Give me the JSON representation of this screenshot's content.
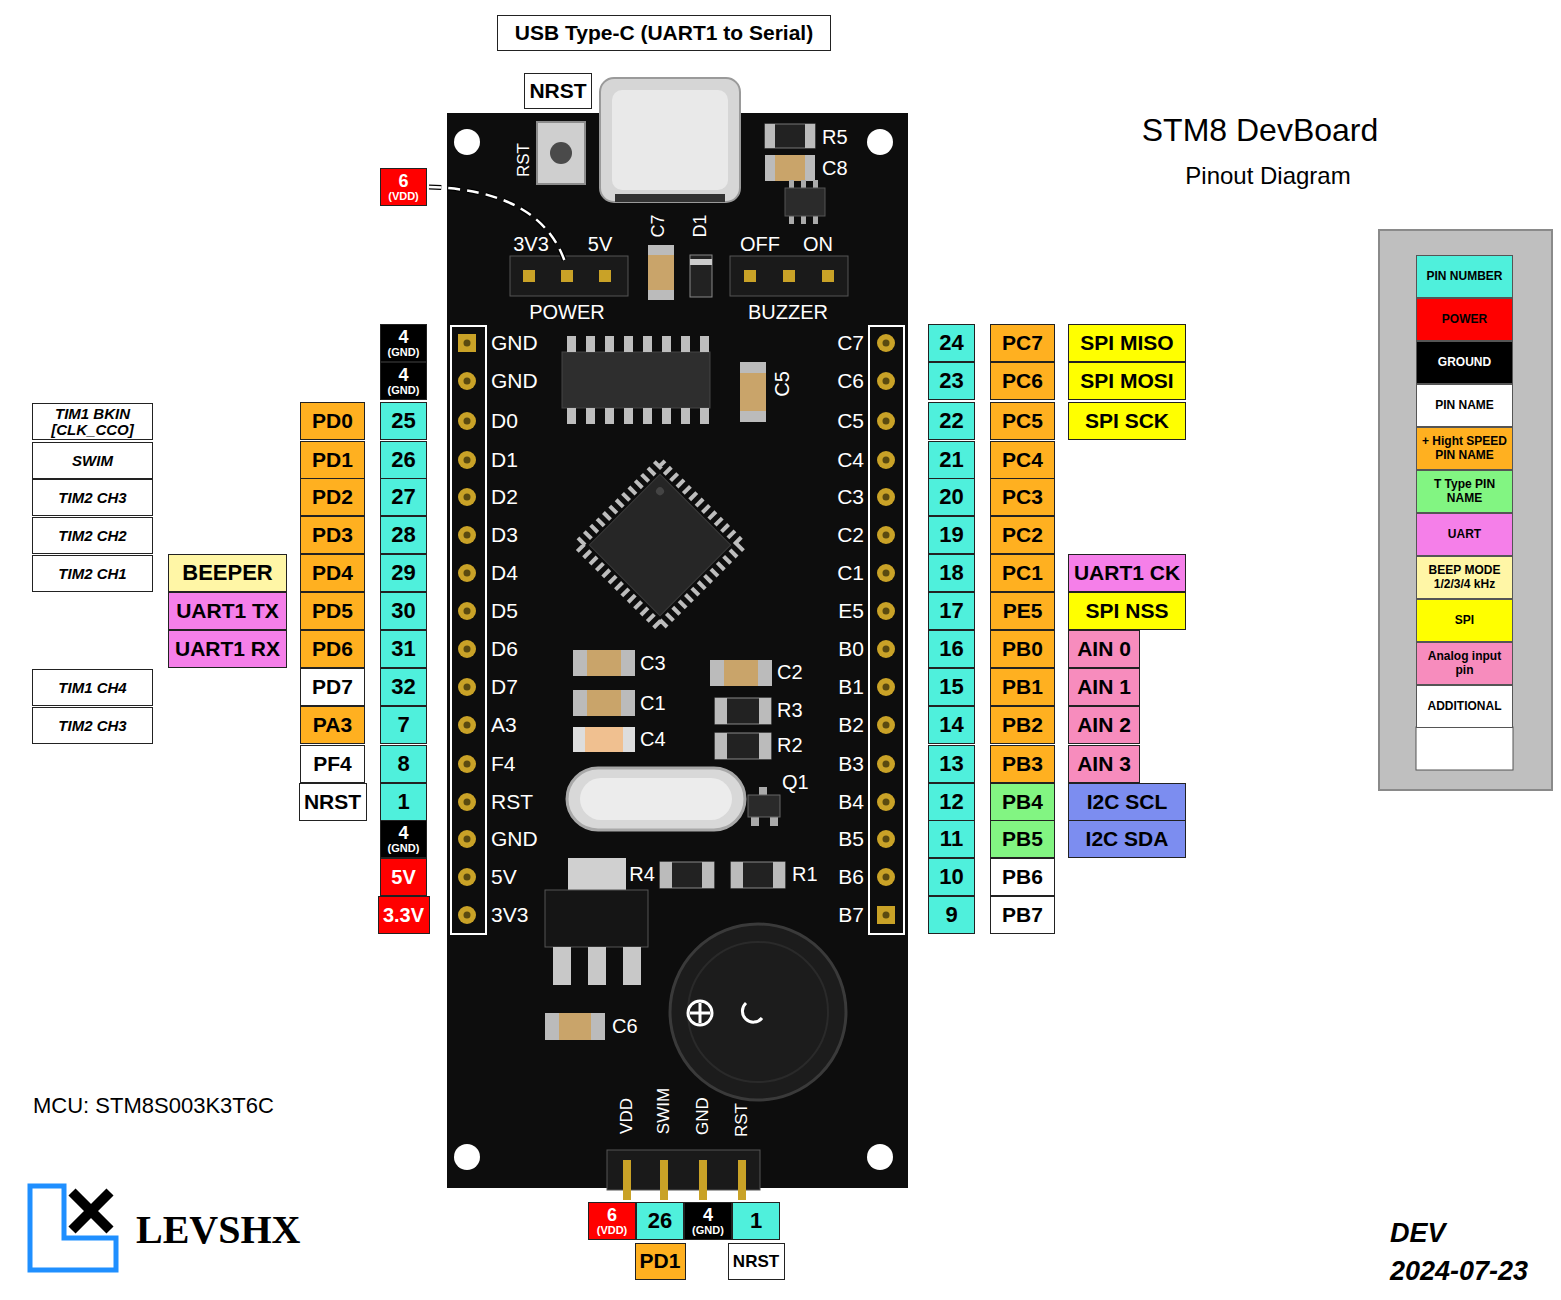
{
  "diagram": {
    "title": "STM8 DevBoard",
    "nodes": [
      {
        "text": [
          "USB Type-C (UART1 to Serial)"
        ]
      },
      {
        "text": [
          "NRST"
        ]
      },
      {
        "text": [
          "6",
          "(VDD)"
        ]
      },
      {
        "text": [
          "4",
          "(GND)"
        ]
      },
      {
        "text": [
          "24"
        ]
      },
      {
        "text": [
          "PC7"
        ]
      },
      {
        "text": [
          "SPI MISO"
        ]
      },
      {
        "text": [
          "4",
          "(GND)"
        ]
      },
      {
        "text": [
          "23"
        ]
      },
      {
        "text": [
          "PC6"
        ]
      },
      {
        "text": [
          "SPI MOSI"
        ]
      },
      {
        "text": [
          "TIM1 BKIN [CLK_CCO]"
        ]
      },
      {
        "text": [
          "PD0"
        ]
      },
      {
        "text": [
          "25"
        ]
      },
      {
        "text": [
          "22"
        ]
      },
      {
        "text": [
          "PC5"
        ]
      },
      {
        "text": [
          "SPI SCK"
        ]
      },
      {
        "text": [
          "SWIM"
        ]
      },
      {
        "text": [
          "PD1"
        ]
      },
      {
        "text": [
          "26"
        ]
      },
      {
        "text": [
          "21"
        ]
      },
      {
        "text": [
          "PC4"
        ]
      },
      {
        "text": [
          "TIM2 CH3"
        ]
      },
      {
        "text": [
          "PD2"
        ]
      },
      {
        "text": [
          "27"
        ]
      },
      {
        "text": [
          "20"
        ]
      },
      {
        "text": [
          "PC3"
        ]
      },
      {
        "text": [
          "TIM2 CH2"
        ]
      },
      {
        "text": [
          "PD3"
        ]
      },
      {
        "text": [
          "28"
        ]
      },
      {
        "text": [
          "19"
        ]
      },
      {
        "text": [
          "PC2"
        ]
      },
      {
        "text": [
          "TIM2 CH1"
        ]
      },
      {
        "text": [
          "BEEPER"
        ]
      },
      {
        "text": [
          "PD4"
        ]
      },
      {
        "text": [
          "29"
        ]
      },
      {
        "text": [
          "18"
        ]
      },
      {
        "text": [
          "PC1"
        ]
      },
      {
        "text": [
          "UART1 CK"
        ]
      },
      {
        "text": [
          "UART1 TX"
        ]
      },
      {
        "text": [
          "PD5"
        ]
      },
      {
        "text": [
          "30"
        ]
      },
      {
        "text": [
          "17"
        ]
      },
      {
        "text": [
          "PE5"
        ]
      },
      {
        "text": [
          "SPI NSS"
        ]
      },
      {
        "text": [
          "UART1 RX"
        ]
      },
      {
        "text": [
          "PD6"
        ]
      },
      {
        "text": [
          "31"
        ]
      },
      {
        "text": [
          "16"
        ]
      },
      {
        "text": [
          "PB0"
        ]
      },
      {
        "text": [
          "AIN 0"
        ]
      },
      {
        "text": [
          "TIM1 CH4"
        ]
      },
      {
        "text": [
          "PD7"
        ]
      },
      {
        "text": [
          "32"
        ]
      },
      {
        "text": [
          "15"
        ]
      },
      {
        "text": [
          "PB1"
        ]
      },
      {
        "text": [
          "AIN 1"
        ]
      },
      {
        "text": [
          "TIM2 CH3"
        ]
      },
      {
        "text": [
          "PA3"
        ]
      },
      {
        "text": [
          "7"
        ]
      },
      {
        "text": [
          "14"
        ]
      },
      {
        "text": [
          "PB2"
        ]
      },
      {
        "text": [
          "AIN 2"
        ]
      },
      {
        "text": [
          "PF4"
        ]
      },
      {
        "text": [
          "8"
        ]
      },
      {
        "text": [
          "13"
        ]
      },
      {
        "text": [
          "PB3"
        ]
      },
      {
        "text": [
          "AIN 3"
        ]
      },
      {
        "text": [
          "NRST"
        ]
      },
      {
        "text": [
          "1"
        ]
      },
      {
        "text": [
          "12"
        ]
      },
      {
        "text": [
          "PB4"
        ]
      },
      {
        "text": [
          "I2C SCL"
        ]
      },
      {
        "text": [
          "4",
          "(GND)"
        ]
      },
      {
        "text": [
          "11"
        ]
      },
      {
        "text": [
          "PB5"
        ]
      },
      {
        "text": [
          "I2C SDA"
        ]
      },
      {
        "text": [
          "5V"
        ]
      },
      {
        "text": [
          "10"
        ]
      },
      {
        "text": [
          "PB6"
        ]
      },
      {
        "text": [
          "3.3V"
        ]
      },
      {
        "text": [
          "9"
        ]
      },
      {
        "text": [
          "PB7"
        ]
      },
      {
        "text": [
          "6",
          "(VDD)"
        ]
      },
      {
        "text": [
          "26"
        ]
      },
      {
        "text": [
          "4",
          "(GND)"
        ]
      },
      {
        "text": [
          "1"
        ]
      },
      {
        "text": [
          "PD1"
        ]
      },
      {
        "text": [
          "NRST"
        ]
      }
    ],
    "labels": [
      "Pinout Diagram",
      "MCU: STM8S003K3T6C",
      "LEVSHX",
      "DEV",
      "2024-07-23",
      "GND",
      "GND",
      "D0",
      "D1",
      "D2",
      "D3",
      "D4",
      "D5",
      "D6",
      "D7",
      "A3",
      "F4",
      "RST",
      "GND",
      "5V",
      "3V3",
      "C7",
      "C6",
      "C5",
      "C4",
      "C3",
      "C2",
      "C1",
      "E5",
      "B0",
      "B1",
      "B2",
      "B3",
      "B4",
      "B5",
      "B6",
      "B7",
      "RST",
      "3V3",
      "5V",
      "POWER",
      "OFF",
      "ON",
      "BUZZER",
      "R5",
      "C8",
      "C7",
      "D1",
      "C5",
      "C3",
      "C1",
      "C4",
      "C2",
      "R3",
      "R2",
      "Q1",
      "R4",
      "R1",
      "C6",
      "VDD",
      "SWIM",
      "GND",
      "RST"
    ],
    "legend": [
      {
        "text": "PIN NUMBER",
        "color": "#4ff0dc"
      },
      {
        "text": "POWER",
        "color": "#ff0000"
      },
      {
        "text": "GROUND",
        "color": "#000000"
      },
      {
        "text": "PIN NAME",
        "color": "#ffffff"
      },
      {
        "text": "+ Hight SPEED PIN NAME",
        "color": "#ffb020"
      },
      {
        "text": "T Type PIN NAME",
        "color": "#82f582"
      },
      {
        "text": "UART",
        "color": "#f57fe9"
      },
      {
        "text": "BEEP MODE 1/2/3/4 kHz",
        "color": "#fff6a6"
      },
      {
        "text": "SPI",
        "color": "#ffff00"
      },
      {
        "text": "Analog input pin",
        "color": "#f78cbd"
      },
      {
        "text": "ADDITIONAL",
        "color": "#ffffff"
      }
    ]
  }
}
